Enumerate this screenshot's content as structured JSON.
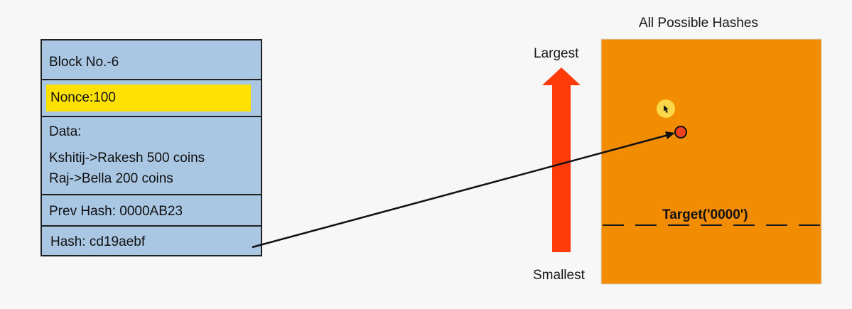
{
  "block": {
    "number_label": "Block No.-6",
    "nonce_label": "Nonce:100",
    "data_label": "Data:",
    "transactions": [
      "Kshitij->Rakesh 500 coins",
      "Raj->Bella 200 coins"
    ],
    "prev_hash_label": "Prev Hash: 0000AB23",
    "hash_label": "Hash: cd19aebf"
  },
  "scale": {
    "largest_label": "Largest",
    "smallest_label": "Smallest"
  },
  "hash_space": {
    "title": "All Possible Hashes",
    "target_label": "Target('0000')"
  },
  "colors": {
    "block_fill": "#a9c6e2",
    "nonce_highlight": "#ffe100",
    "hash_space_fill": "#f28c00",
    "arrow_fill": "#ff3b0a",
    "hash_point": "#f0421f",
    "cursor_highlight": "#ffd84a"
  }
}
